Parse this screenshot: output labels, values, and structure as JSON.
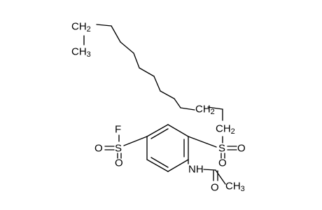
{
  "structure": {
    "atoms": {
      "ch2_top": "CH2",
      "ch3_top": "CH3",
      "ch2_lower1": "CH2",
      "ch2_lower2": "CH2",
      "s_sulfonyl": "S",
      "o_sulfonyl_right": "O",
      "o_sulfonyl_bottom": "O",
      "s_fluoride": "S",
      "f": "F",
      "o_fluoride_left": "O",
      "o_fluoride_bottom": "O",
      "n": "NH",
      "o_carbonyl": "O",
      "ch3_acetyl": "CH3"
    }
  }
}
